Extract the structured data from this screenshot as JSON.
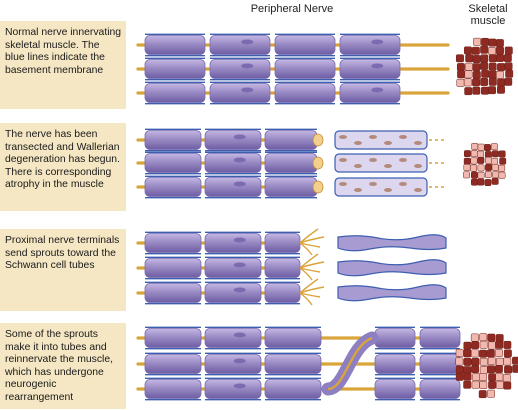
{
  "headers": {
    "nerve": "Peripheral Nerve",
    "muscle_line1": "Skeletal",
    "muscle_line2": "muscle"
  },
  "stages": [
    {
      "caption": "Normal nerve innervating skeletal muscle. The blue lines indicate the basement membrane"
    },
    {
      "caption": "The nerve has been transected and Wallerian degeneration has begun. There is corresponding atrophy in the muscle"
    },
    {
      "caption": "Proximal nerve terminals send sprouts toward the Schwann cell tubes"
    },
    {
      "caption": "Some of the sprouts make it into tubes and reinnervate the muscle, which has undergone neurogenic rearrangement"
    }
  ],
  "colors": {
    "panel_bg": "#f5e7c4",
    "schwann_cell": "#9b8bc4",
    "basement_membrane": "#3d5fb0",
    "axon": "#d9a43a",
    "muscle_fiber_dark": "#8e2a22",
    "muscle_fiber_light": "#f0b8ae"
  }
}
